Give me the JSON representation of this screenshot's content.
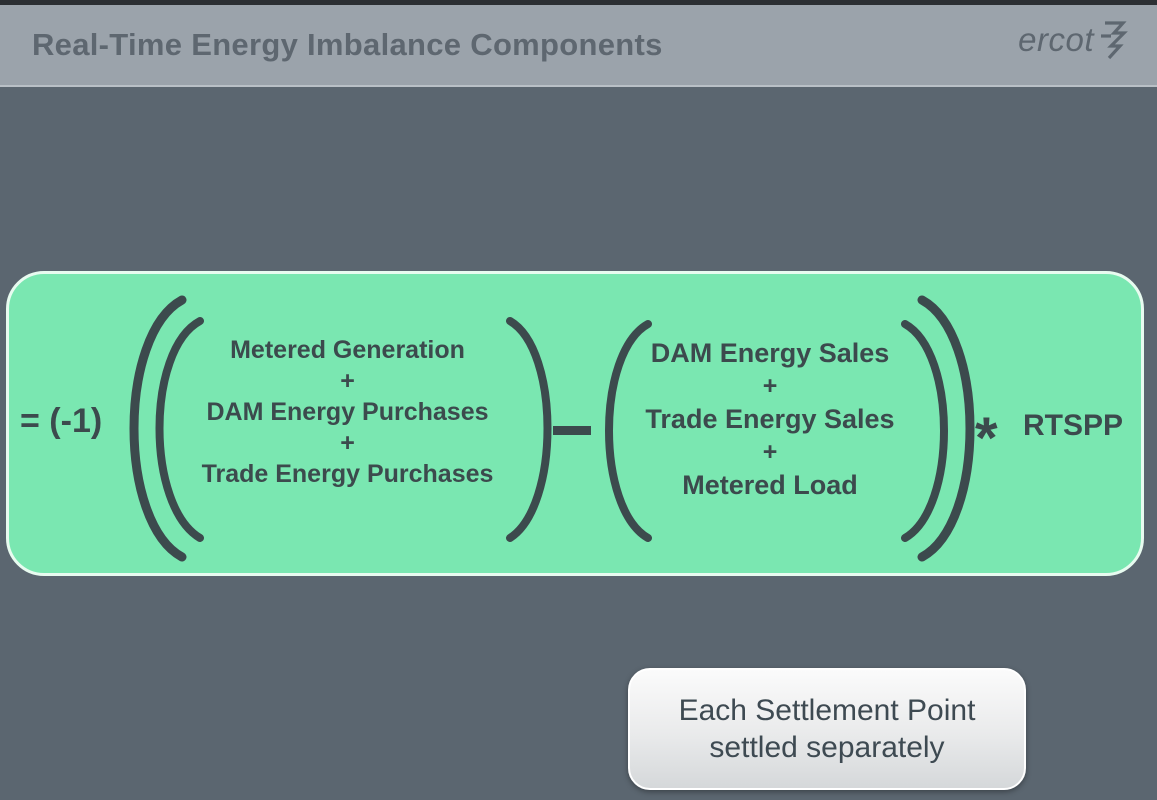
{
  "header": {
    "title": "Real-Time Energy Imbalance Components",
    "logo_text": "ercot",
    "logo_icon": "ercot-bolt-logo-icon"
  },
  "formula": {
    "prefix": "= (-1)",
    "group1": {
      "term1": "Metered Generation",
      "plus1": "+",
      "term2": "DAM Energy Purchases",
      "plus2": "+",
      "term3": "Trade Energy Purchases"
    },
    "operator": "–",
    "group2": {
      "term1": "DAM Energy Sales",
      "plus1": "+",
      "term2": "Trade Energy Sales",
      "plus2": "+",
      "term3": "Metered Load"
    },
    "multiply": "*",
    "suffix": "RTSPP"
  },
  "note": {
    "line1": "Each Settlement Point",
    "line2": "settled separately"
  },
  "colors": {
    "background": "#5b6670",
    "header": "#9ba3ab",
    "formula_box": "#7ae7b1",
    "formula_text": "#3c4a4d",
    "title_text": "#5e6770"
  }
}
